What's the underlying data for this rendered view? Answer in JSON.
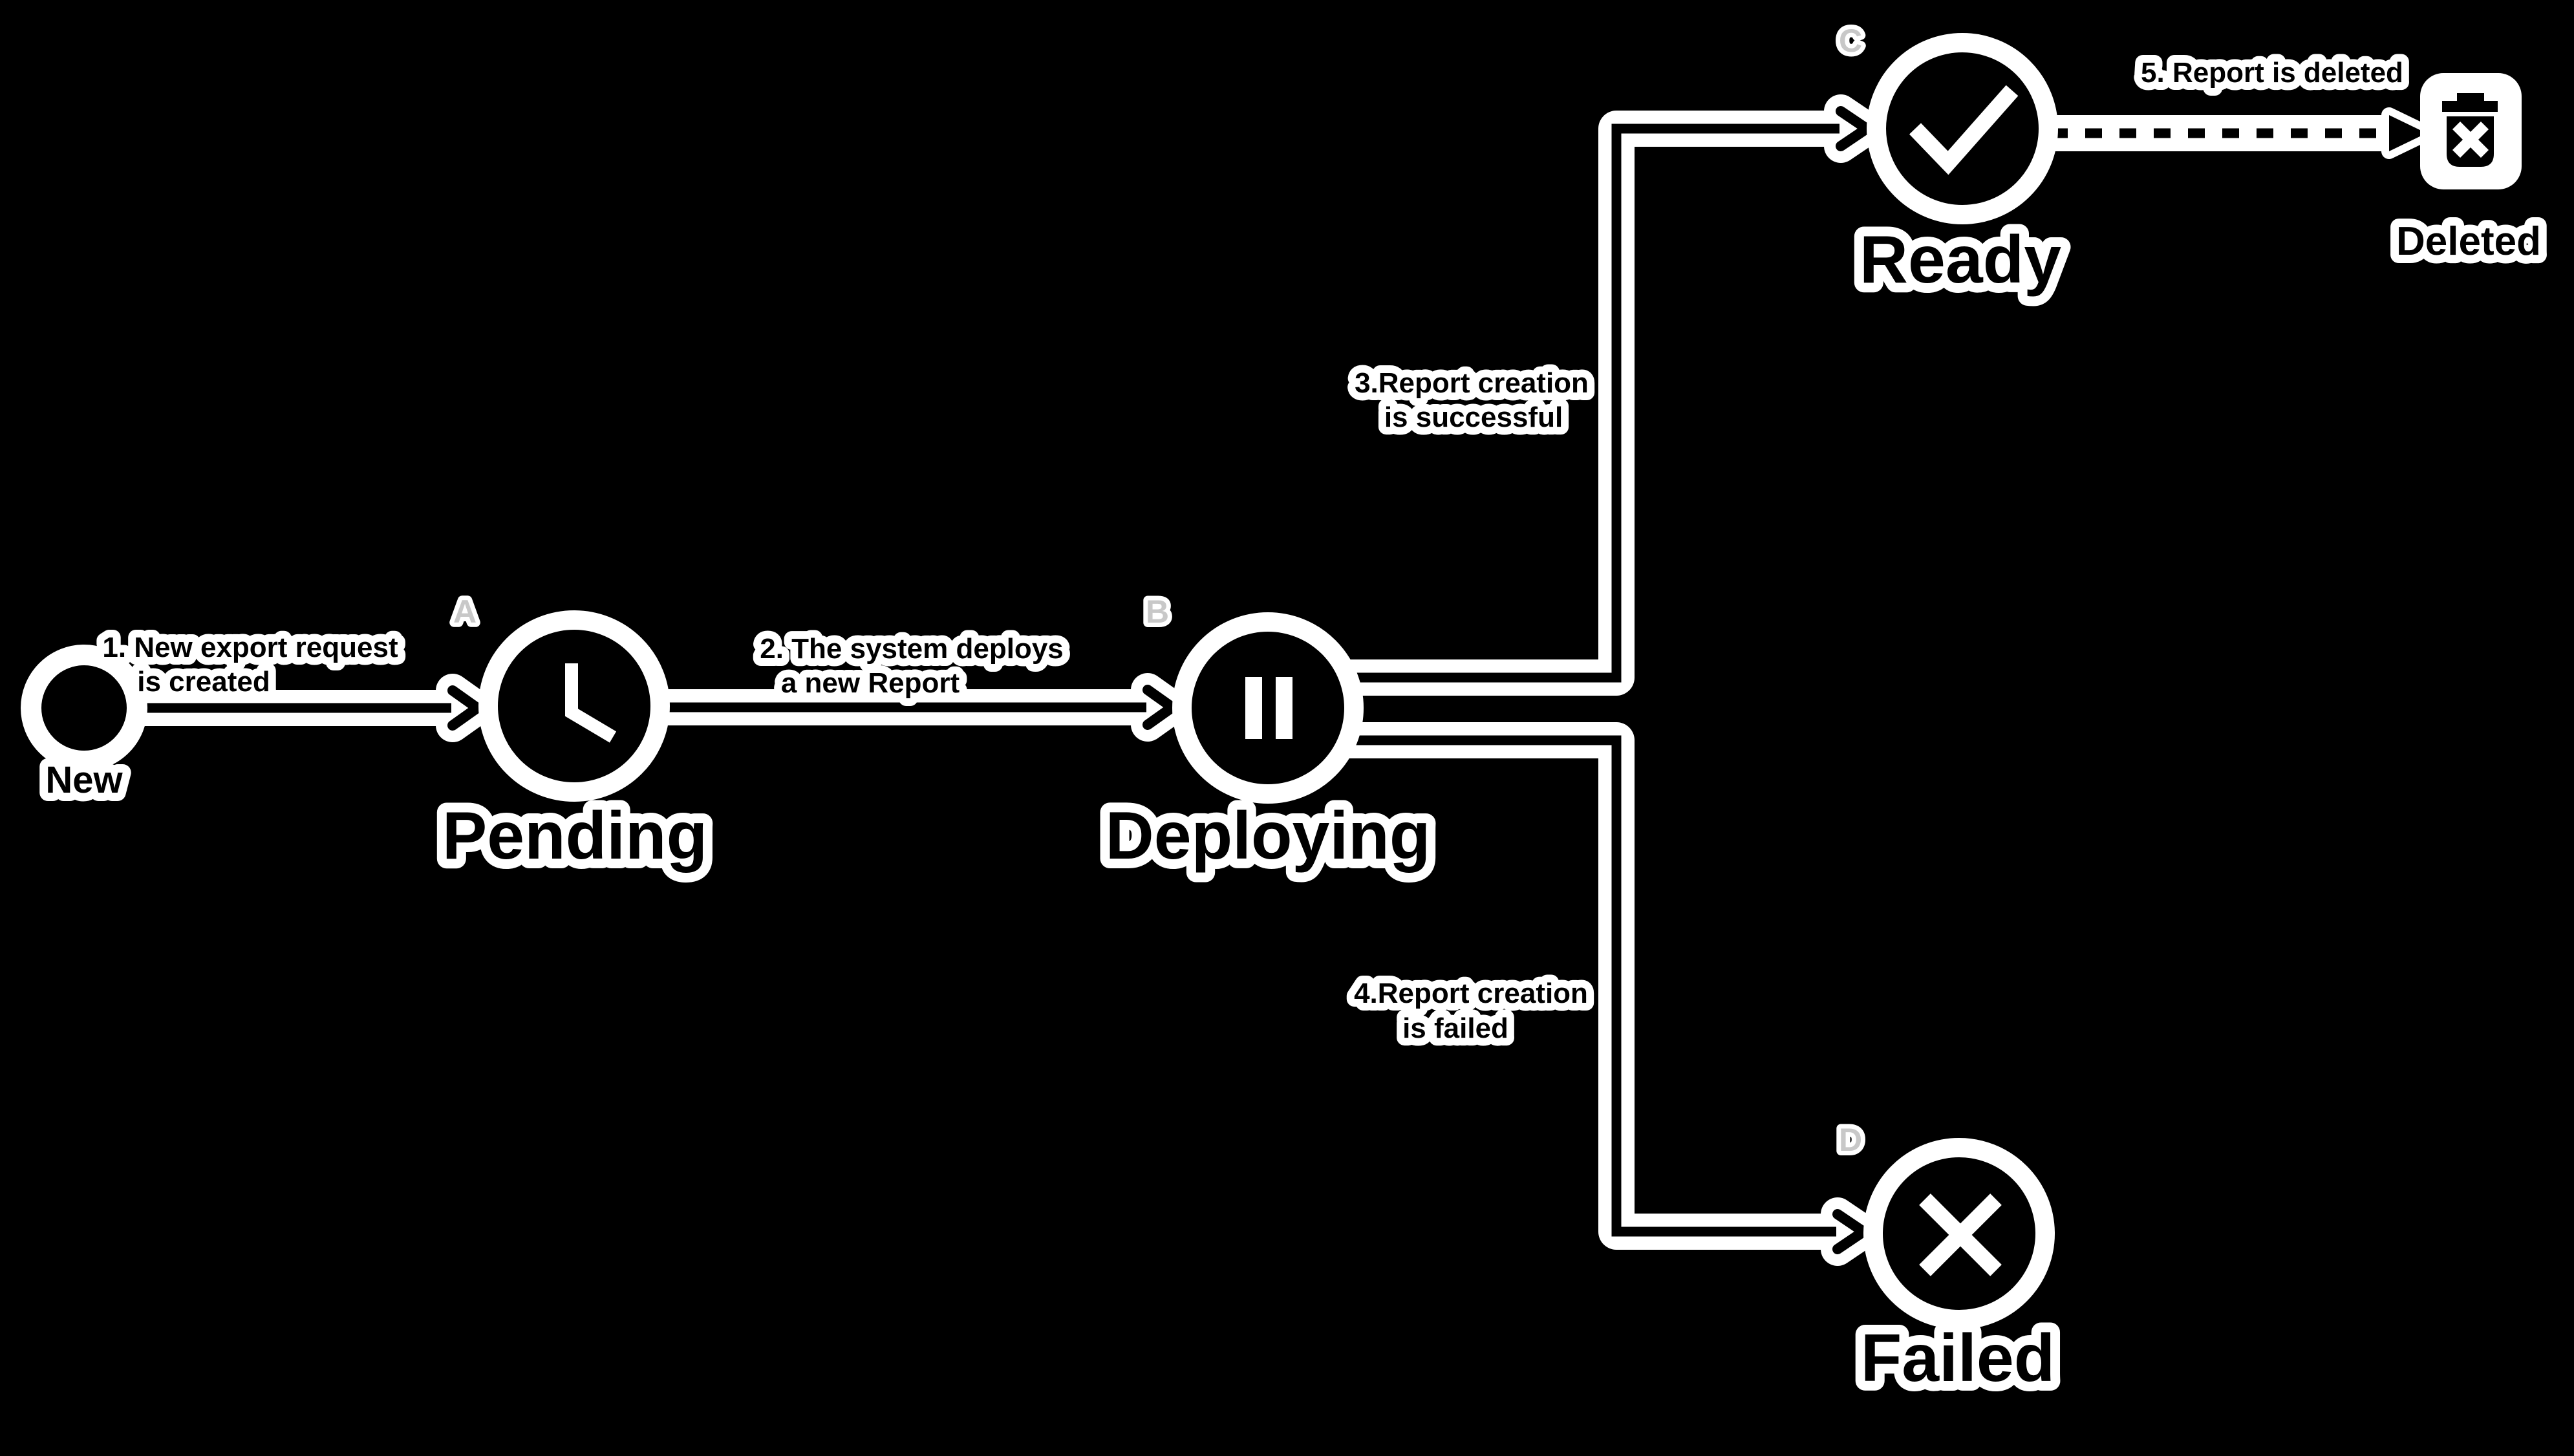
{
  "diagram": {
    "type": "state-machine-flowchart",
    "colors": {
      "background": "#000000",
      "ink": "#000000",
      "halo": "#ffffff",
      "marker_gray": "#c8c8c8"
    },
    "nodes": [
      {
        "id": "new",
        "label": "New",
        "icon": "start-dot",
        "marker": ""
      },
      {
        "id": "pending",
        "label": "Pending",
        "icon": "clock-icon",
        "marker": "A"
      },
      {
        "id": "deploying",
        "label": "Deploying",
        "icon": "pause-icon",
        "marker": "B"
      },
      {
        "id": "ready",
        "label": "Ready",
        "icon": "check-icon",
        "marker": "C"
      },
      {
        "id": "failed",
        "label": "Failed",
        "icon": "x-icon",
        "marker": "D"
      },
      {
        "id": "deleted",
        "label": "Deleted",
        "icon": "trash-icon",
        "marker": ""
      }
    ],
    "edges": [
      {
        "from": "New",
        "to": "Pending",
        "style": "solid",
        "label_line1": "1. New export request",
        "label_line2": "is created"
      },
      {
        "from": "Pending",
        "to": "Deploying",
        "style": "solid",
        "label_line1": "2. The system deploys",
        "label_line2": "a new Report"
      },
      {
        "from": "Deploying",
        "to": "Ready",
        "style": "solid",
        "label_line1": "3.Report creation",
        "label_line2": "is successful"
      },
      {
        "from": "Deploying",
        "to": "Failed",
        "style": "solid",
        "label_line1": "4.Report creation",
        "label_line2": "is failed"
      },
      {
        "from": "Ready",
        "to": "Deleted",
        "style": "dashed",
        "label_line1": "5. Report is deleted",
        "label_line2": ""
      }
    ]
  }
}
